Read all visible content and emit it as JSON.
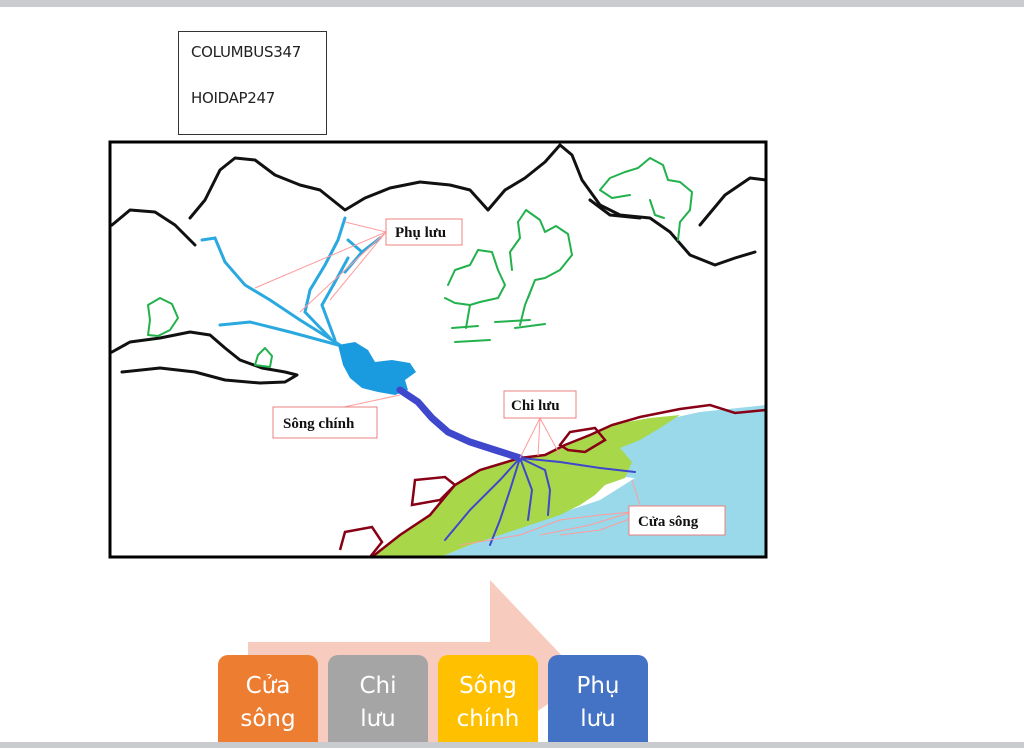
{
  "credits": {
    "line1": "COLUMBUS347",
    "line2": "HOIDAP247"
  },
  "map": {
    "labels": {
      "tributary": "Phụ lưu",
      "main_river": "Sông chính",
      "distributary": "Chi lưu",
      "estuary": "Cửa sông"
    },
    "colors": {
      "mountain": "#111111",
      "tree": "#22b14c",
      "tributary_river": "#2aa8e0",
      "main_river_lake": "#1a9be0",
      "main_river_channel": "#3f48cc",
      "delta": "#a8d84a",
      "sea": "#99d9ea",
      "coast": "#880015",
      "leader": "#ff9c9c"
    }
  },
  "steps": [
    {
      "line1": "Cửa",
      "line2": "sông",
      "color": "#ed7d31"
    },
    {
      "line1": "Chi",
      "line2": "lưu",
      "color": "#a5a5a5"
    },
    {
      "line1": "Sông",
      "line2": "chính",
      "color": "#ffc000"
    },
    {
      "line1": "Phụ",
      "line2": "lưu",
      "color": "#4472c4"
    }
  ],
  "arrow_color": "#f8cbbf"
}
